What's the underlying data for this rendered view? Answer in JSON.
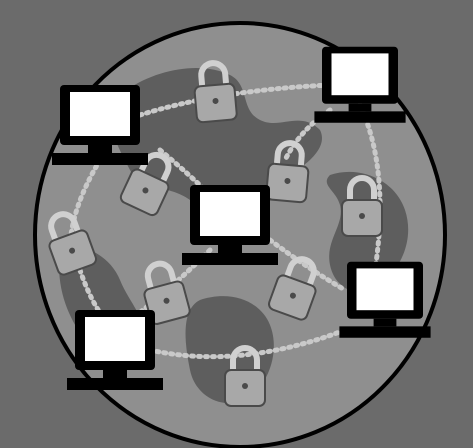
{
  "scene": {
    "colors": {
      "frame_bg": "#6b6b6b",
      "globe_ocean": "#8f8f8f",
      "globe_land": "#5e5e5e",
      "globe_outline": "#000000",
      "lock_fill": "#a8a8a8",
      "lock_shackle": "#d0d0d0",
      "link_dots": "#c9c9c9",
      "screen": "#ffffff",
      "device": "#000000"
    },
    "computers": [
      {
        "id": "computer-top-left"
      },
      {
        "id": "computer-top-right"
      },
      {
        "id": "computer-center"
      },
      {
        "id": "computer-bottom-right"
      },
      {
        "id": "computer-bottom-left"
      }
    ],
    "locks": [
      {
        "id": "lock-top"
      },
      {
        "id": "lock-upper-left"
      },
      {
        "id": "lock-upper-mid"
      },
      {
        "id": "lock-left"
      },
      {
        "id": "lock-right"
      },
      {
        "id": "lock-lower-left"
      },
      {
        "id": "lock-lower-mid"
      },
      {
        "id": "lock-bottom"
      }
    ]
  }
}
